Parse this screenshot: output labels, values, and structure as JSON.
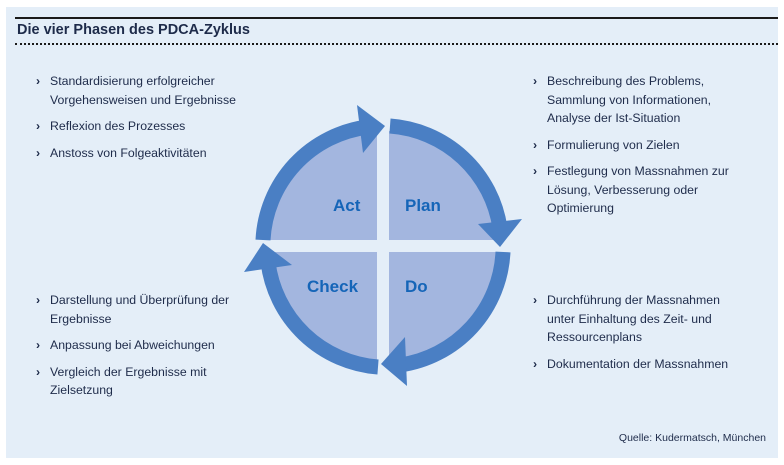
{
  "title": "Die vier Phasen des PDCA-Zyklus",
  "phases": {
    "act": "Act",
    "plan": "Plan",
    "check": "Check",
    "do": "Do"
  },
  "act_items": [
    "Standardisierung erfolgreicher Vorgehensweisen und Ergebnisse",
    "Reflexion des Prozesses",
    "Anstoss von Folgeaktivitäten"
  ],
  "plan_items": [
    "Beschreibung des Problems, Sammlung von Informationen, Analyse der Ist-Situation",
    "Formulierung von Zielen",
    "Festlegung von Massnahmen zur Lösung, Verbesserung oder Optimierung"
  ],
  "check_items": [
    "Darstellung und Überprüfung der Ergebnisse",
    "Anpassung bei Abweichungen",
    "Vergleich der Ergebnisse mit Zielsetzung"
  ],
  "do_items": [
    "Durchführung der Massnahmen unter Einhaltung des Zeit- und Ressourcenplans",
    "Dokumentation der Massnahmen"
  ],
  "bullet": "›",
  "source": "Quelle: Kudermatsch, München",
  "colors": {
    "background": "#e4eef8",
    "quadrant": "#a3b6df",
    "ring": "#4a7fc4",
    "label": "#1565b8",
    "text": "#1e2b4a"
  }
}
